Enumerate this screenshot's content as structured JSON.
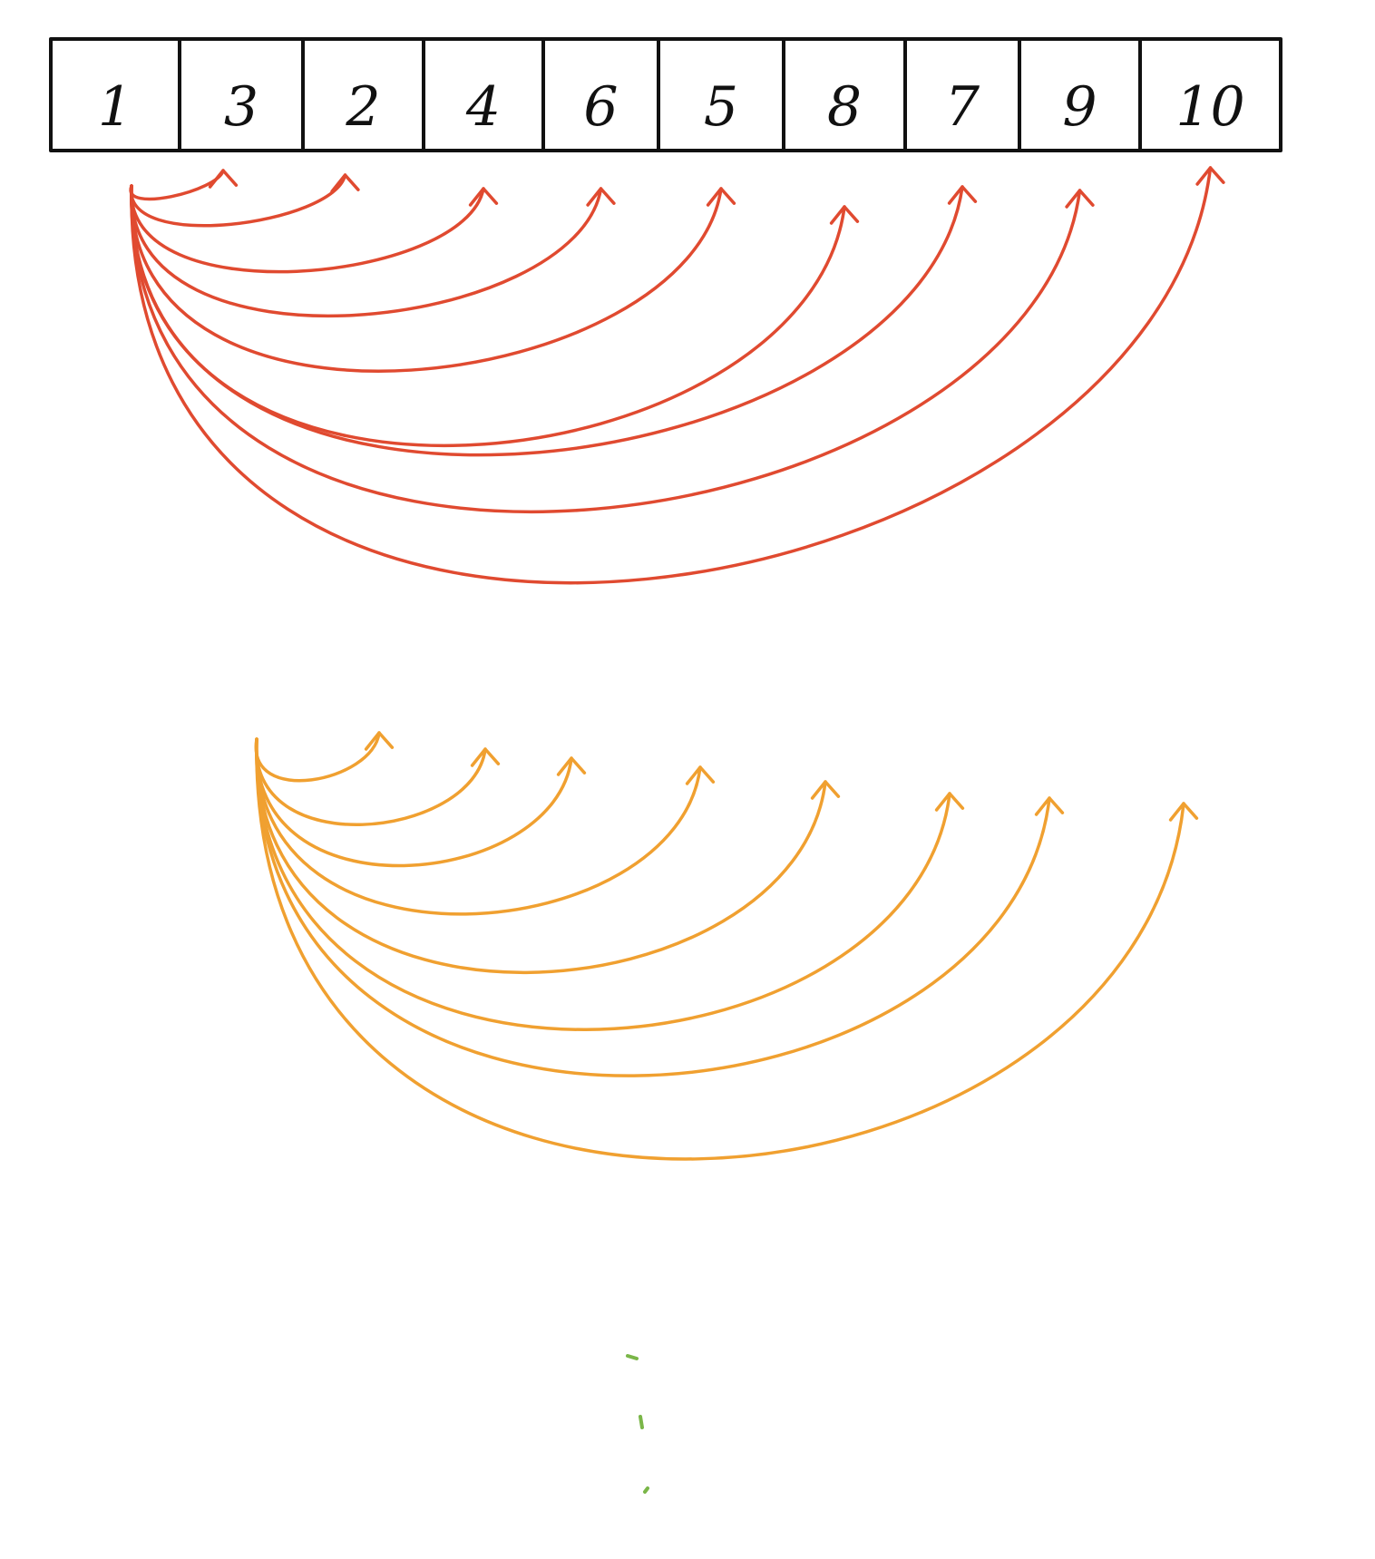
{
  "array": {
    "cells": [
      "1",
      "3",
      "2",
      "4",
      "6",
      "5",
      "8",
      "7",
      "9",
      "10"
    ]
  },
  "colors": {
    "outline": "#111111",
    "first_pass": "#e04a30",
    "second_pass": "#f0a030",
    "continuation": "#7ab648"
  },
  "passes": [
    {
      "name_icon": "comparison-arcs-first-pass",
      "from_index": 0,
      "to_indices": [
        1,
        2,
        3,
        4,
        5,
        6,
        7,
        8,
        9
      ]
    },
    {
      "name_icon": "comparison-arcs-second-pass",
      "from_index": 1,
      "to_indices": [
        2,
        3,
        4,
        5,
        6,
        7,
        8,
        9
      ]
    }
  ],
  "continuation_icon": "ellipsis-vertical-dots"
}
